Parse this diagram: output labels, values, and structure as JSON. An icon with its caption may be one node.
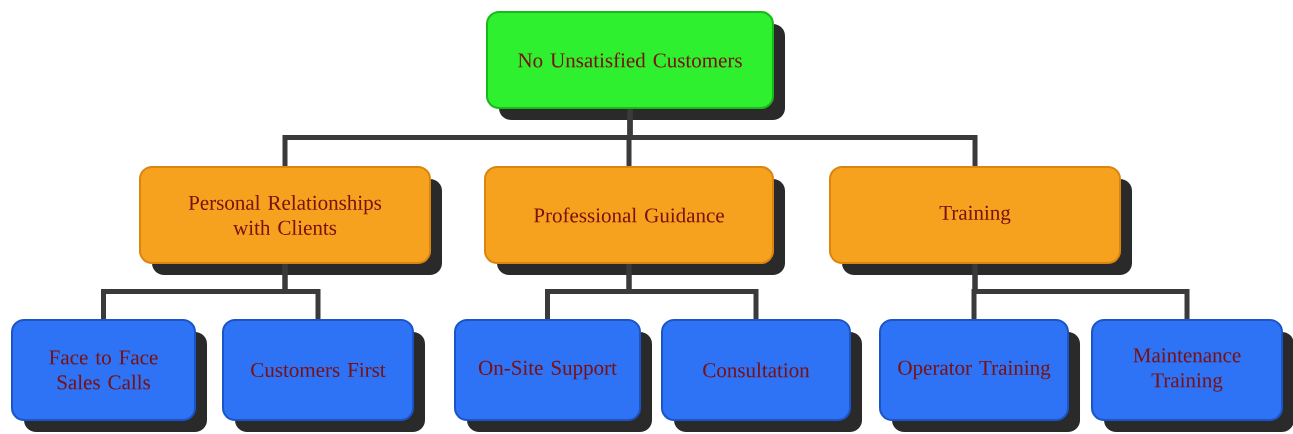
{
  "diagram": {
    "nodes": [
      {
        "text": [
          "No Unsatisfied Customers"
        ]
      },
      {
        "text": [
          "Personal Relationships with Clients"
        ]
      },
      {
        "text": [
          "Professional Guidance"
        ]
      },
      {
        "text": [
          "Training"
        ]
      },
      {
        "text": [
          "Face to Face Sales Calls"
        ]
      },
      {
        "text": [
          "Customers First"
        ]
      },
      {
        "text": [
          "On-Site Support"
        ]
      },
      {
        "text": [
          "Consultation"
        ]
      },
      {
        "text": [
          "Operator Training"
        ]
      },
      {
        "text": [
          "Maintenance Training"
        ]
      }
    ],
    "edges": [
      {
        "from": 0,
        "to": 1,
        "arrow": "none"
      },
      {
        "from": 0,
        "to": 2,
        "arrow": "none"
      },
      {
        "from": 0,
        "to": 3,
        "arrow": "none"
      },
      {
        "from": 1,
        "to": 4,
        "arrow": "none"
      },
      {
        "from": 1,
        "to": 5,
        "arrow": "none"
      },
      {
        "from": 2,
        "to": 6,
        "arrow": "none"
      },
      {
        "from": 2,
        "to": 7,
        "arrow": "none"
      },
      {
        "from": 3,
        "to": 8,
        "arrow": "none"
      },
      {
        "from": 3,
        "to": 9,
        "arrow": "none"
      }
    ]
  }
}
